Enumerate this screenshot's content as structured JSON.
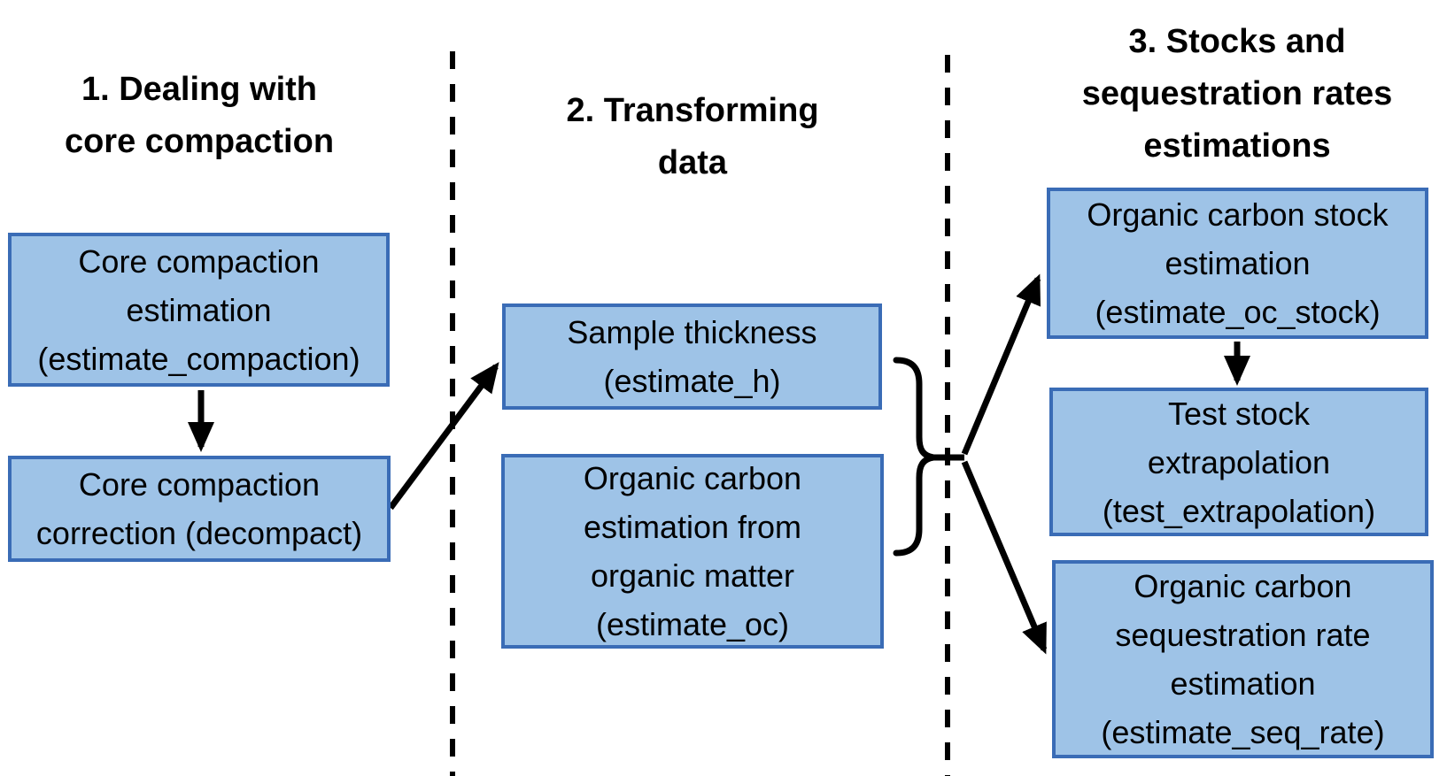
{
  "figure_type": "workflow-diagram",
  "colors": {
    "box_fill": "#9EC3E7",
    "box_border": "#3A6CB6",
    "line_color": "#000000",
    "text_color": "#000000",
    "background": "#ffffff"
  },
  "sections": [
    {
      "id": "dealing-with-core-compaction",
      "title_lines": [
        "1. Dealing with",
        "core compaction"
      ],
      "boxes": [
        {
          "function": "estimate_compaction",
          "lines": [
            "Core compaction",
            "estimation",
            "(estimate_compaction)"
          ]
        },
        {
          "function": "decompact",
          "lines": [
            "Core compaction",
            "correction (decompact)"
          ]
        }
      ]
    },
    {
      "id": "transforming-data",
      "title_lines": [
        "2. Transforming",
        "data"
      ],
      "boxes": [
        {
          "function": "estimate_h",
          "lines": [
            "Sample thickness",
            "(estimate_h)"
          ]
        },
        {
          "function": "estimate_oc",
          "lines": [
            "Organic carbon",
            "estimation from",
            "organic matter",
            "(estimate_oc)"
          ]
        }
      ]
    },
    {
      "id": "stocks-and-sequestration-rates-estimations",
      "title_lines": [
        "3. Stocks and",
        "sequestration rates",
        "estimations"
      ],
      "boxes": [
        {
          "function": "estimate_oc_stock",
          "lines": [
            "Organic carbon stock",
            "estimation",
            "(estimate_oc_stock)"
          ]
        },
        {
          "function": "test_extrapolation",
          "lines": [
            "Test stock",
            "extrapolation",
            "(test_extrapolation)"
          ]
        },
        {
          "function": "estimate_seq_rate",
          "lines": [
            "Organic carbon",
            "sequestration rate",
            "estimation",
            "(estimate_seq_rate)"
          ]
        }
      ]
    }
  ],
  "edges": [
    {
      "from": [
        "estimate_compaction"
      ],
      "to": [
        "decompact"
      ],
      "connector": "arrow"
    },
    {
      "from": [
        "decompact"
      ],
      "to": [
        "estimate_h"
      ],
      "connector": "arrow"
    },
    {
      "from": [
        "estimate_h",
        "estimate_oc"
      ],
      "to": [
        "estimate_oc_stock",
        "estimate_seq_rate"
      ],
      "connector": "brace-and-arrows"
    },
    {
      "from": [
        "estimate_oc_stock"
      ],
      "to": [
        "test_extrapolation"
      ],
      "connector": "arrow"
    }
  ]
}
